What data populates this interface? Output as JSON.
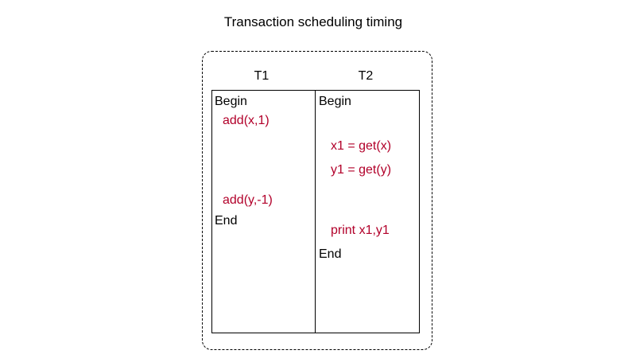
{
  "title": "Transaction scheduling timing",
  "columns": [
    {
      "header": "T1",
      "steps": [
        {
          "text": "Begin",
          "kind": "control"
        },
        {
          "text": "add(x,1)",
          "kind": "operation"
        },
        {
          "text": "add(y,-1)",
          "kind": "operation"
        },
        {
          "text": "End",
          "kind": "control"
        }
      ]
    },
    {
      "header": "T2",
      "steps": [
        {
          "text": "Begin",
          "kind": "control"
        },
        {
          "text": "x1 = get(x)",
          "kind": "operation"
        },
        {
          "text": "y1 = get(y)",
          "kind": "operation"
        },
        {
          "text": "print x1,y1",
          "kind": "operation"
        },
        {
          "text": "End",
          "kind": "control"
        }
      ]
    }
  ],
  "colors": {
    "control_text": "#000000",
    "operation_text": "#b2002a",
    "border": "#000000"
  }
}
